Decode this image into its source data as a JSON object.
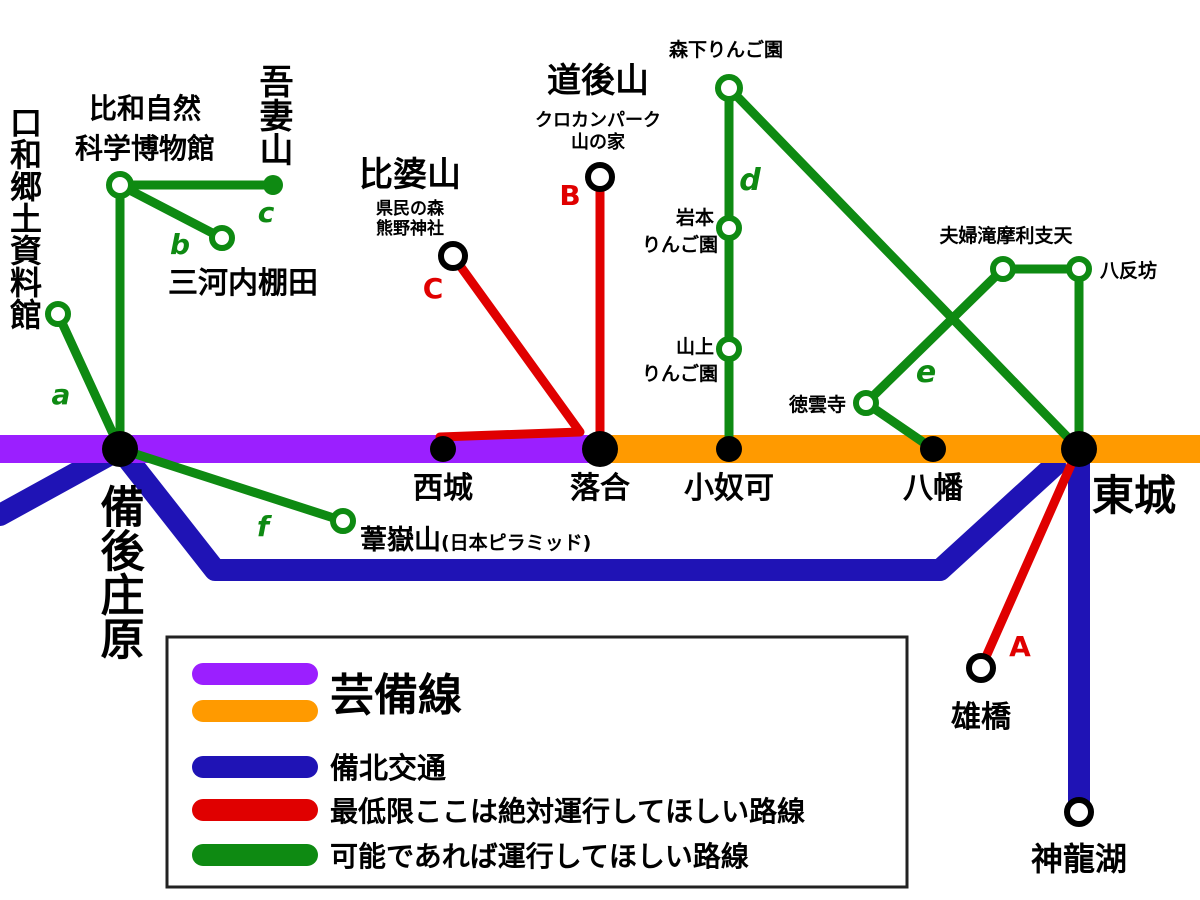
{
  "colors": {
    "geibi": "#9b1fff",
    "geibi_east": "#ff9a00",
    "bihoku_kotsu": "#1f13b5",
    "required": "#e00000",
    "optional": "#0e8a12"
  },
  "stations": {
    "bingo_shobara": "備後庄原",
    "saijo": "西城",
    "ochiai": "落合",
    "oyaka": "小奴可",
    "yawata": "八幡",
    "tojo": "東城"
  },
  "destinations": {
    "kuchiwa": "口和郷土資料館",
    "hiwa_museum_l1": "比和自然",
    "hiwa_museum_l2": "科学博物館",
    "azuma": "吾妻山",
    "mikawachi": "三河内棚田",
    "hibayama": "比婆山",
    "hibayama_sub_l1": "県民の森",
    "hibayama_sub_l2": "熊野神社",
    "dogoyama": "道後山",
    "dogoyama_sub_l1": "クロカンパーク",
    "dogoyama_sub_l2": "山の家",
    "morishita": "森下りんご園",
    "iwamoto_l1": "岩本",
    "iwamoto_l2": "りんご園",
    "yamagami_l1": "山上",
    "yamagami_l2": "りんご園",
    "fufudaki": "夫婦滝摩利支天",
    "hattanbo": "八反坊",
    "tokuunji": "徳雲寺",
    "ashitake": "葦嶽山",
    "ashitake_note": "(日本ピラミッド)",
    "ondohashi": "雄橋",
    "shinryuko": "神龍湖"
  },
  "route_letters": {
    "a": "a",
    "b": "b",
    "c": "c",
    "d": "d",
    "e": "e",
    "f": "f",
    "A": "A",
    "B": "B",
    "C": "C"
  },
  "legend": {
    "geibi": "芸備線",
    "bihoku": "備北交通",
    "required": "最低限ここは絶対運行してほしい路線",
    "optional": "可能であれば運行してほしい路線"
  }
}
